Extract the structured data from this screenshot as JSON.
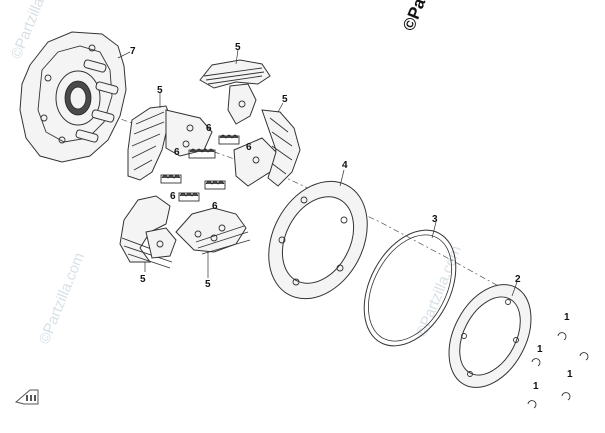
{
  "copyright": "©Partzilla.com",
  "watermarks": [
    "©Partzilla.com",
    "©Partzilla.com",
    "©Partzilla.com"
  ],
  "callouts": {
    "hub": "7",
    "shoe_top": "5",
    "shoe_left": "5",
    "shoe_right": "5",
    "shoe_bottom_left": "5",
    "shoe_bottom_center": "5",
    "spring_a": "6",
    "spring_b": "6",
    "spring_c": "6",
    "spring_d": "6",
    "spring_e": "6",
    "drum_plate": "4",
    "friction_ring": "3",
    "cover_plate": "2",
    "clip_a": "1",
    "clip_b": "1",
    "clip_c": "1",
    "clip_d": "1"
  },
  "icons": {
    "nav": "folder-arrow-icon"
  }
}
